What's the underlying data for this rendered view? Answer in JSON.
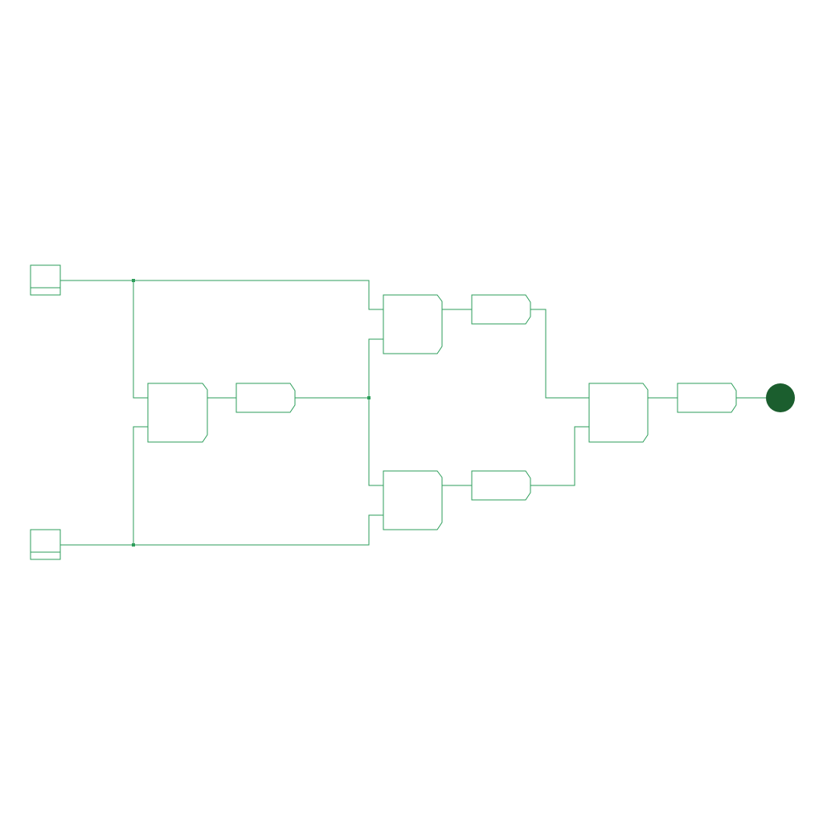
{
  "diagram": {
    "colors": {
      "line": "#2e9e5b",
      "output": "#1b5e2e",
      "background": "#ffffff"
    },
    "components": [
      {
        "id": "input-a",
        "kind": "input-switch"
      },
      {
        "id": "input-b",
        "kind": "input-switch"
      },
      {
        "id": "gate-1",
        "kind": "gate"
      },
      {
        "id": "buffer-1",
        "kind": "buffer"
      },
      {
        "id": "gate-2",
        "kind": "gate"
      },
      {
        "id": "buffer-2",
        "kind": "buffer"
      },
      {
        "id": "gate-3",
        "kind": "gate"
      },
      {
        "id": "buffer-3",
        "kind": "buffer"
      },
      {
        "id": "gate-4",
        "kind": "gate"
      },
      {
        "id": "buffer-4",
        "kind": "buffer"
      },
      {
        "id": "output",
        "kind": "output-lamp"
      }
    ]
  }
}
